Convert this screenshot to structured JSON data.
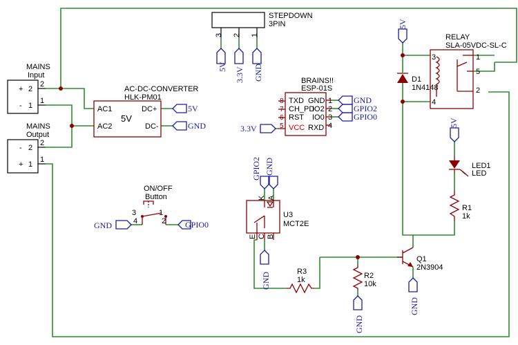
{
  "mains_input": {
    "title_line1": "MAINS",
    "title_line2": "Input",
    "pin_plus": "+",
    "pin_minus": "-",
    "pin_num_plus": "2",
    "pin_num_minus": "1"
  },
  "mains_output": {
    "title_line1": "MAINS",
    "title_line2": "Output",
    "pin_plus": "+",
    "pin_minus": "-",
    "pin_num_minus": "2",
    "pin_num_plus": "1"
  },
  "converter": {
    "title": "AC-DC-CONVERTER",
    "model": "HLK-PM01",
    "pin_ac1": "AC1",
    "pin_ac2": "AC2",
    "pin_dcp": "DC+",
    "pin_dcm": "DC-",
    "value": "5V"
  },
  "stepdown": {
    "title": "STEPDOWN",
    "pins_label": "3PIN",
    "pin3": "3",
    "pin2": "2",
    "pin1": "1"
  },
  "brains": {
    "title": "BRAINS!!",
    "model": "ESP-01S",
    "left_pins": [
      {
        "name": "TXD",
        "num": "8"
      },
      {
        "name": "CH_PD",
        "num": "7"
      },
      {
        "name": "RST",
        "num": "6"
      },
      {
        "name": "VCC",
        "num": "5"
      }
    ],
    "right_pins": [
      {
        "name": "GND",
        "num": "1"
      },
      {
        "name": "IO2",
        "num": "2"
      },
      {
        "name": "IO0",
        "num": "3"
      },
      {
        "name": "RXD",
        "num": "4"
      }
    ]
  },
  "switch": {
    "title_line1": "ON/OFF",
    "title_line2": "Button",
    "pin3": "3",
    "pin4": "4",
    "pin1": "1",
    "pin2": "2"
  },
  "optocoupler": {
    "ref": "U3",
    "model": "MCT2E",
    "pin_k": "K",
    "pin_a": "A",
    "pin_c": "C",
    "pin_e": "E",
    "pin_b": "B"
  },
  "relay": {
    "title": "RELAY",
    "model": "SLA-05VDC-SL-C",
    "pin3": "3",
    "pin4": "4",
    "pin1": "1",
    "pin5": "5",
    "pin2": "2"
  },
  "diode": {
    "ref": "D1",
    "model": "1N4148"
  },
  "led": {
    "ref": "LED1",
    "model": "LED"
  },
  "r1": {
    "ref": "R1",
    "value": "1k"
  },
  "r2": {
    "ref": "R2",
    "value": "10k"
  },
  "r3": {
    "ref": "R3",
    "value": "1k"
  },
  "q1": {
    "ref": "Q1",
    "model": "2N3904"
  },
  "nets": {
    "v5": "5V",
    "gnd": "GND",
    "v33": "3.3V",
    "gpio2": "GPIO2",
    "gpio0": "GPIO0"
  }
}
